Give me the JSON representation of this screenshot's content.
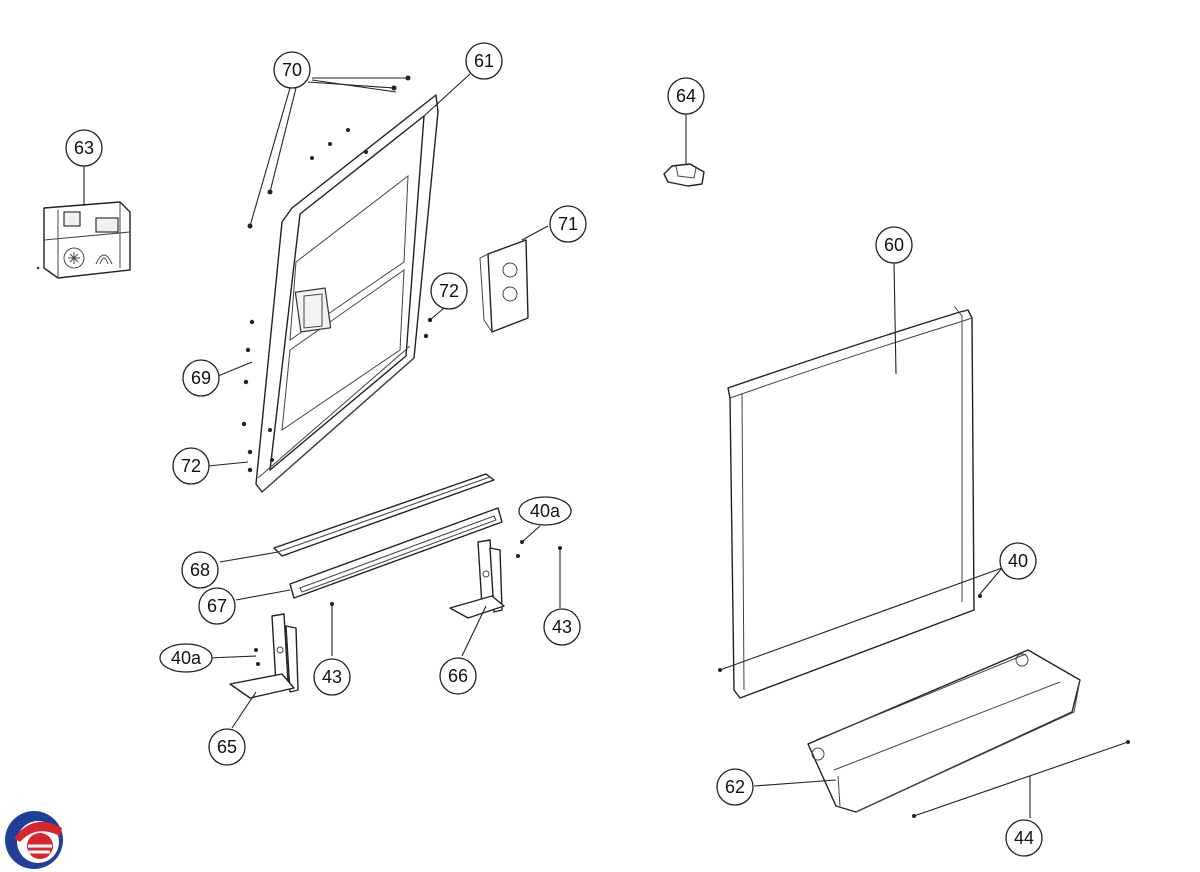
{
  "callouts": [
    {
      "id": "c70",
      "label": "70"
    },
    {
      "id": "c61",
      "label": "61"
    },
    {
      "id": "c63",
      "label": "63"
    },
    {
      "id": "c64",
      "label": "64"
    },
    {
      "id": "c71",
      "label": "71"
    },
    {
      "id": "c60",
      "label": "60"
    },
    {
      "id": "c72a",
      "label": "72"
    },
    {
      "id": "c69",
      "label": "69"
    },
    {
      "id": "c72b",
      "label": "72"
    },
    {
      "id": "c40a1",
      "label": "40a"
    },
    {
      "id": "c40",
      "label": "40"
    },
    {
      "id": "c68",
      "label": "68"
    },
    {
      "id": "c43a",
      "label": "43"
    },
    {
      "id": "c67",
      "label": "67"
    },
    {
      "id": "c40a2",
      "label": "40a"
    },
    {
      "id": "c43b",
      "label": "43"
    },
    {
      "id": "c66",
      "label": "66"
    },
    {
      "id": "c65",
      "label": "65"
    },
    {
      "id": "c62",
      "label": "62"
    },
    {
      "id": "c44",
      "label": "44"
    }
  ],
  "colors": {
    "logo_blue": "#1f3f9a",
    "logo_red": "#d8242b"
  }
}
